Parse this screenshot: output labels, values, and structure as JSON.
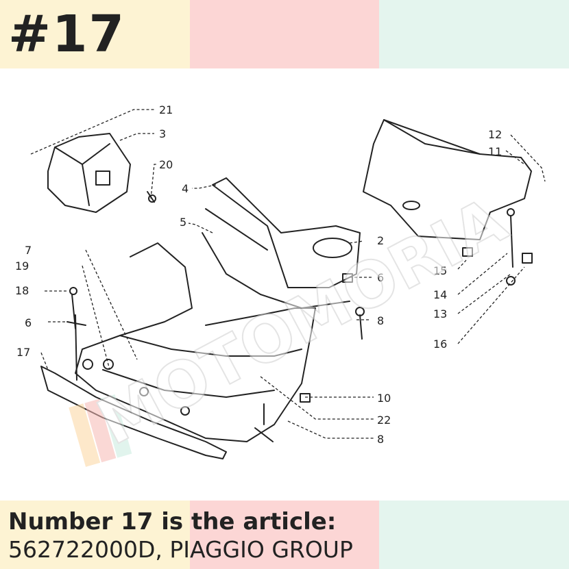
{
  "header": {
    "title": "#17",
    "colors": [
      "#fdf3d3",
      "#fcd6d5",
      "#e4f5ee"
    ]
  },
  "footer": {
    "line1": "Number 17 is the article:",
    "line2": "562722000D, PIAGGIO GROUP",
    "colors": [
      "#fdf3d3",
      "#fcd6d5",
      "#e4f5ee"
    ]
  },
  "diagram": {
    "watermark": "MOTOMORIA",
    "callouts": [
      "21",
      "3",
      "20",
      "4",
      "5",
      "2",
      "6",
      "7",
      "19",
      "18",
      "6",
      "17",
      "8",
      "10",
      "22",
      "8",
      "12",
      "11",
      "15",
      "14",
      "13",
      "16"
    ]
  }
}
